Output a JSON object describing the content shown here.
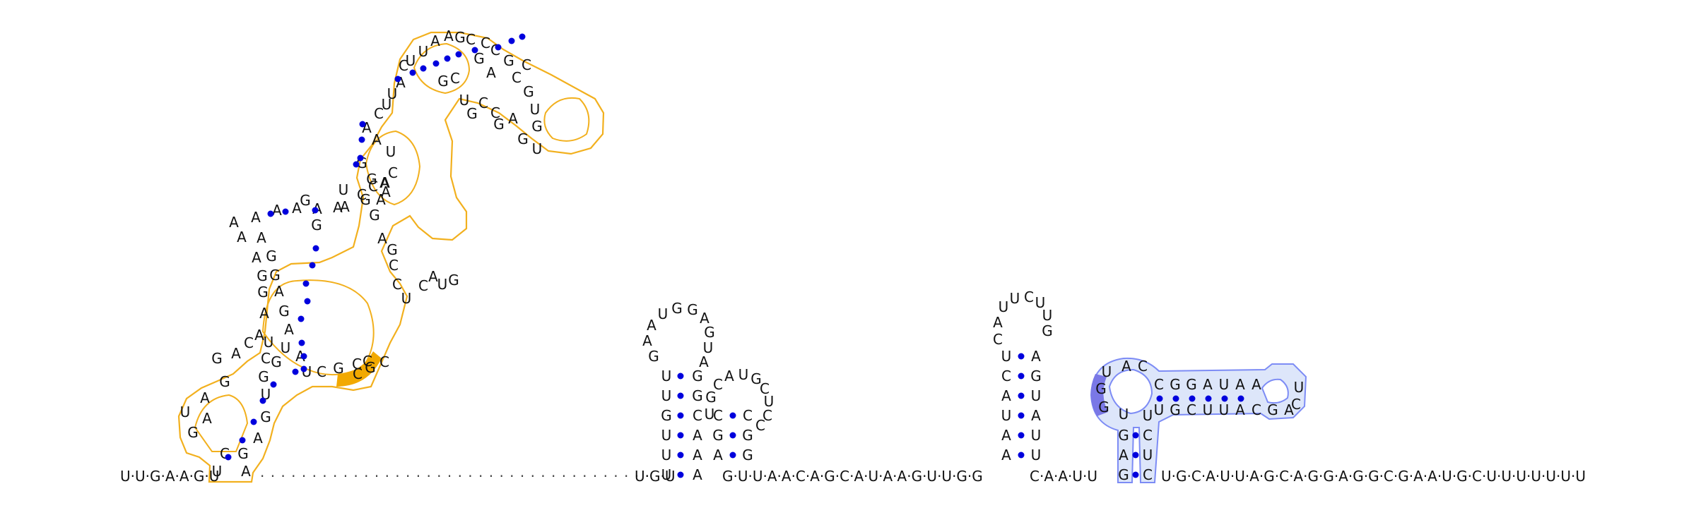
{
  "colors": {
    "ink": "#111111",
    "pair": "#0000dd",
    "orange_outline": "#f2b01e",
    "orange_fill": "#f7c530",
    "orange_highlight": "#f2a900",
    "blue_outline": "#7d8cf5",
    "blue_fill": "#dde6fa",
    "blue_highlight": "#7a78e6"
  },
  "backbone": {
    "left": "U·U·G·A·A·G·U",
    "gap_dots": "·  ·  ·  ·  ·  ·  ·  ·  ·  ·  ·  ·  ·  ·  ·  ·  ·  ·  ·  ·  ·  ·  ·  ·  ·  ·  ·  ·  ·  ·  ·  ·  ·  ·  ·  ·  ·  ·",
    "mid1": "U·G·U",
    "mid2": "G·U·U·A·A·C·A·G·C·A·U·A·A·G·U·U·G·G",
    "mid3": "C·A·A·U·U",
    "right": "U·G·C·A·U·U·A·G·C·A·G·G·A·G·G·C·G·A·A·U·G·C·U·U·U·U·U·U·U"
  },
  "orange_domain": {
    "nucleotides": [
      [
        "U",
        307,
        675
      ],
      [
        "A",
        348,
        675
      ],
      [
        "C",
        318,
        650
      ],
      [
        "G",
        344,
        650
      ],
      [
        "G",
        273,
        620
      ],
      [
        "A",
        293,
        600
      ],
      [
        "U",
        262,
        591
      ],
      [
        "A",
        290,
        571
      ],
      [
        "G",
        318,
        548
      ],
      [
        "A",
        365,
        628
      ],
      [
        "G",
        376,
        598
      ],
      [
        "U",
        376,
        566
      ],
      [
        "G",
        373,
        541
      ],
      [
        "G",
        307,
        515
      ],
      [
        "A",
        334,
        508
      ],
      [
        "C",
        352,
        493
      ],
      [
        "A",
        367,
        482
      ],
      [
        "U",
        380,
        492
      ],
      [
        "C",
        376,
        515
      ],
      [
        "G",
        391,
        520
      ],
      [
        "U",
        404,
        500
      ],
      [
        "A",
        425,
        512
      ],
      [
        "U",
        434,
        534
      ],
      [
        "C",
        455,
        534
      ],
      [
        "G",
        479,
        529
      ],
      [
        "C",
        505,
        523
      ],
      [
        "C",
        520,
        519
      ],
      [
        "A",
        409,
        474
      ],
      [
        "G",
        402,
        448
      ],
      [
        "A",
        395,
        420
      ],
      [
        "G",
        389,
        397
      ],
      [
        "G",
        384,
        370
      ],
      [
        "A",
        370,
        344
      ],
      [
        "A",
        374,
        451
      ],
      [
        "G",
        372,
        421
      ],
      [
        "G",
        371,
        398
      ],
      [
        "A",
        363,
        372
      ],
      [
        "A",
        342,
        343
      ],
      [
        "A",
        331,
        322
      ],
      [
        "A",
        362,
        315
      ],
      [
        "A",
        392,
        305
      ],
      [
        "A",
        420,
        302
      ],
      [
        "A",
        449,
        303
      ],
      [
        "A",
        478,
        301
      ],
      [
        "G",
        432,
        291
      ],
      [
        "G",
        448,
        326
      ],
      [
        "A",
        488,
        300
      ],
      [
        "G",
        517,
        290
      ],
      [
        "U",
        486,
        276
      ],
      [
        "C",
        528,
        271
      ],
      [
        "A",
        545,
        266
      ],
      [
        "G",
        530,
        312
      ],
      [
        "A",
        541,
        345
      ],
      [
        "G",
        555,
        361
      ],
      [
        "C",
        557,
        383
      ],
      [
        "C",
        562,
        410
      ],
      [
        "U",
        575,
        430
      ],
      [
        "C",
        599,
        412
      ],
      [
        "A",
        613,
        399
      ],
      [
        "U",
        626,
        410
      ],
      [
        "G",
        642,
        404
      ],
      [
        "A",
        539,
        290
      ],
      [
        "A",
        544,
        266
      ],
      [
        "G",
        512,
        238
      ],
      [
        "G",
        526,
        261
      ],
      [
        "C",
        512,
        283
      ],
      [
        "A",
        533,
        205
      ],
      [
        "U",
        553,
        222
      ],
      [
        "C",
        556,
        252
      ],
      [
        "A",
        546,
        279
      ],
      [
        "A",
        519,
        188
      ],
      [
        "C",
        536,
        168
      ],
      [
        "U",
        547,
        155
      ],
      [
        "U",
        555,
        140
      ],
      [
        "A",
        567,
        124
      ],
      [
        "C",
        571,
        100
      ],
      [
        "U",
        581,
        93
      ],
      [
        "U",
        599,
        80
      ],
      [
        "A",
        616,
        65
      ],
      [
        "A",
        635,
        58
      ],
      [
        "G",
        651,
        60
      ],
      [
        "C",
        666,
        63
      ],
      [
        "C",
        687,
        68
      ],
      [
        "G",
        678,
        90
      ],
      [
        "C",
        701,
        78
      ],
      [
        "A",
        695,
        110
      ],
      [
        "G",
        720,
        93
      ],
      [
        "C",
        731,
        117
      ],
      [
        "C",
        745,
        99
      ],
      [
        "G",
        748,
        137
      ],
      [
        "U",
        757,
        162
      ],
      [
        "G",
        627,
        122
      ],
      [
        "C",
        644,
        118
      ],
      [
        "U",
        657,
        149
      ],
      [
        "G",
        668,
        168
      ],
      [
        "C",
        684,
        153
      ],
      [
        "C",
        701,
        167
      ],
      [
        "G",
        706,
        183
      ],
      [
        "A",
        726,
        175
      ],
      [
        "G",
        740,
        204
      ],
      [
        "G",
        760,
        186
      ],
      [
        "U",
        760,
        218
      ]
    ],
    "pairs": [
      [
        323,
        648
      ],
      [
        343,
        624
      ],
      [
        359,
        598
      ],
      [
        372,
        568
      ],
      [
        387,
        545
      ],
      [
        418,
        527
      ],
      [
        430,
        523
      ],
      [
        430,
        505
      ],
      [
        427,
        486
      ],
      [
        426,
        452
      ],
      [
        435,
        427
      ],
      [
        433,
        402
      ],
      [
        442,
        376
      ],
      [
        447,
        352
      ],
      [
        404,
        300
      ],
      [
        383,
        303
      ],
      [
        446,
        298
      ],
      [
        504,
        233
      ],
      [
        510,
        224
      ],
      [
        512,
        198
      ],
      [
        513,
        176
      ],
      [
        563,
        112
      ],
      [
        584,
        103
      ],
      [
        599,
        97
      ],
      [
        617,
        90
      ],
      [
        633,
        83
      ],
      [
        649,
        77
      ],
      [
        672,
        71
      ],
      [
        705,
        67
      ],
      [
        724,
        58
      ],
      [
        739,
        52
      ]
    ],
    "highlight_nucleotides": [
      [
        "C",
        506,
        537
      ],
      [
        "G",
        524,
        528
      ],
      [
        "C",
        544,
        520
      ]
    ]
  },
  "stem2": {
    "left": [
      "U",
      "U",
      "U",
      "G",
      "U",
      "U"
    ],
    "right": [
      "A",
      "A",
      "A",
      "C",
      "G",
      "G"
    ],
    "loop": [
      "G",
      "A",
      "A",
      "U",
      "G",
      "G",
      "A",
      "G",
      "U",
      "A"
    ],
    "side_left": [
      "A",
      "G",
      "C"
    ],
    "side_right": [
      "G",
      "G",
      "C"
    ],
    "side_loop": [
      "U",
      "G",
      "C",
      "A",
      "U",
      "G",
      "C",
      "U",
      "C",
      "C"
    ]
  },
  "stem3": {
    "left": [
      "A",
      "A",
      "U",
      "A",
      "C",
      "U"
    ],
    "right": [
      "U",
      "U",
      "A",
      "U",
      "G",
      "A"
    ],
    "loop": [
      "C",
      "A",
      "U",
      "U",
      "C",
      "U",
      "U",
      "G"
    ]
  },
  "blue_domain": {
    "left_column": [
      "G",
      "A",
      "G",
      "U",
      "G",
      "G",
      "U"
    ],
    "right_column": [
      "C",
      "U",
      "C",
      "U"
    ],
    "top_strand": [
      "A",
      "C",
      "C",
      "G",
      "G",
      "A",
      "U",
      "A",
      "A"
    ],
    "bottom_strand": [
      "U",
      "G",
      "C",
      "U",
      "U",
      "A",
      "C",
      "G",
      "A"
    ],
    "loop": [
      "U",
      "C"
    ]
  }
}
